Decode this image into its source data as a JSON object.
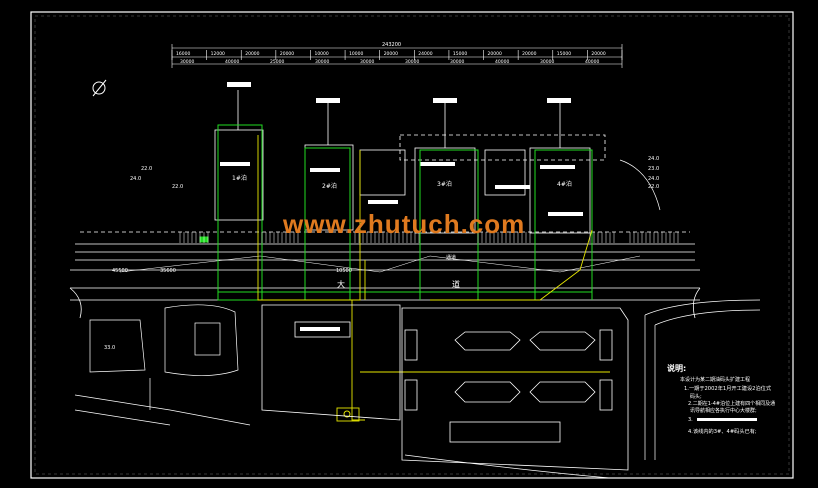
{
  "watermark": "www.zhutuch.com",
  "drawing": {
    "dims": {
      "overall": "243200",
      "top_row": [
        "16000",
        "12000",
        "20000",
        "20000",
        "10000",
        "10000",
        "20000",
        "24000",
        "15000",
        "20000",
        "20000",
        "15000",
        "20000"
      ],
      "second_row": [
        "30000",
        "40000",
        "25000",
        "30000",
        "30000",
        "30000",
        "30000",
        "40000",
        "30000",
        "40000"
      ]
    },
    "berths": [
      "1#泊",
      "2#泊",
      "3#泊",
      "4#泊"
    ],
    "levels": [
      "22.0",
      "24.0",
      "22.0",
      "24.0",
      "23.0",
      "24.0",
      "22.0",
      "33.0"
    ],
    "road_label": "大",
    "road_label2": "道",
    "side_dims": [
      "45500",
      "35600",
      "10500"
    ],
    "small_label": "通道",
    "colors": {
      "background": "#000000",
      "line": "#ffffff",
      "green": "#22dd22",
      "yellow": "#e6e600",
      "watermark": "#e07a1f"
    }
  },
  "notes": {
    "title": "说明:",
    "lines": [
      "本设计为某二期油码头扩建工程",
      "1.一期于2002年1月开工建设2泊位式",
      "码头;",
      "2.二期在1-4#泊位上建有四个相同及通",
      "讯导航相应各执行中心大楼群;",
      "3.",
      "4.该线内的3#、4#码头已有;"
    ]
  }
}
